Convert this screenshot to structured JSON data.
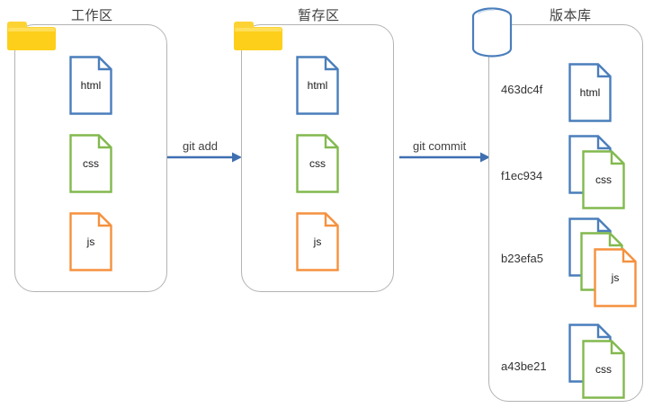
{
  "diagram": {
    "type": "git-workflow-diagram",
    "colors": {
      "blue": "#4a7ebb",
      "green": "#82b94e",
      "orange": "#f5913e",
      "yellow": "#fdd334",
      "arrow": "#3f6fb0",
      "container_border": "#b3b3b3",
      "text": "#404040"
    }
  },
  "zones": [
    {
      "id": "working",
      "title": "工作区",
      "icon": "folder-icon",
      "documents": [
        {
          "label": "html",
          "color": "blue"
        },
        {
          "label": "css",
          "color": "green"
        },
        {
          "label": "js",
          "color": "orange"
        }
      ]
    },
    {
      "id": "staging",
      "title": "暂存区",
      "icon": "folder-icon",
      "documents": [
        {
          "label": "html",
          "color": "blue"
        },
        {
          "label": "css",
          "color": "green"
        },
        {
          "label": "js",
          "color": "orange"
        }
      ]
    },
    {
      "id": "repository",
      "title": "版本库",
      "icon": "database-icon",
      "commits": [
        {
          "hash": "463dc4f",
          "documents": [
            {
              "label": "html",
              "color": "blue"
            }
          ]
        },
        {
          "hash": "f1ec934",
          "documents": [
            {
              "label": "",
              "color": "blue"
            },
            {
              "label": "css",
              "color": "green"
            }
          ]
        },
        {
          "hash": "b23efa5",
          "documents": [
            {
              "label": "",
              "color": "blue"
            },
            {
              "label": "",
              "color": "green"
            },
            {
              "label": "js",
              "color": "orange"
            }
          ]
        },
        {
          "hash": "a43be21",
          "documents": [
            {
              "label": "",
              "color": "blue"
            },
            {
              "label": "css",
              "color": "green"
            }
          ]
        }
      ]
    }
  ],
  "arrows": [
    {
      "id": "git-add",
      "label": "git add",
      "from": "working",
      "to": "staging"
    },
    {
      "id": "git-commit",
      "label": "git commit",
      "from": "staging",
      "to": "repository"
    }
  ]
}
